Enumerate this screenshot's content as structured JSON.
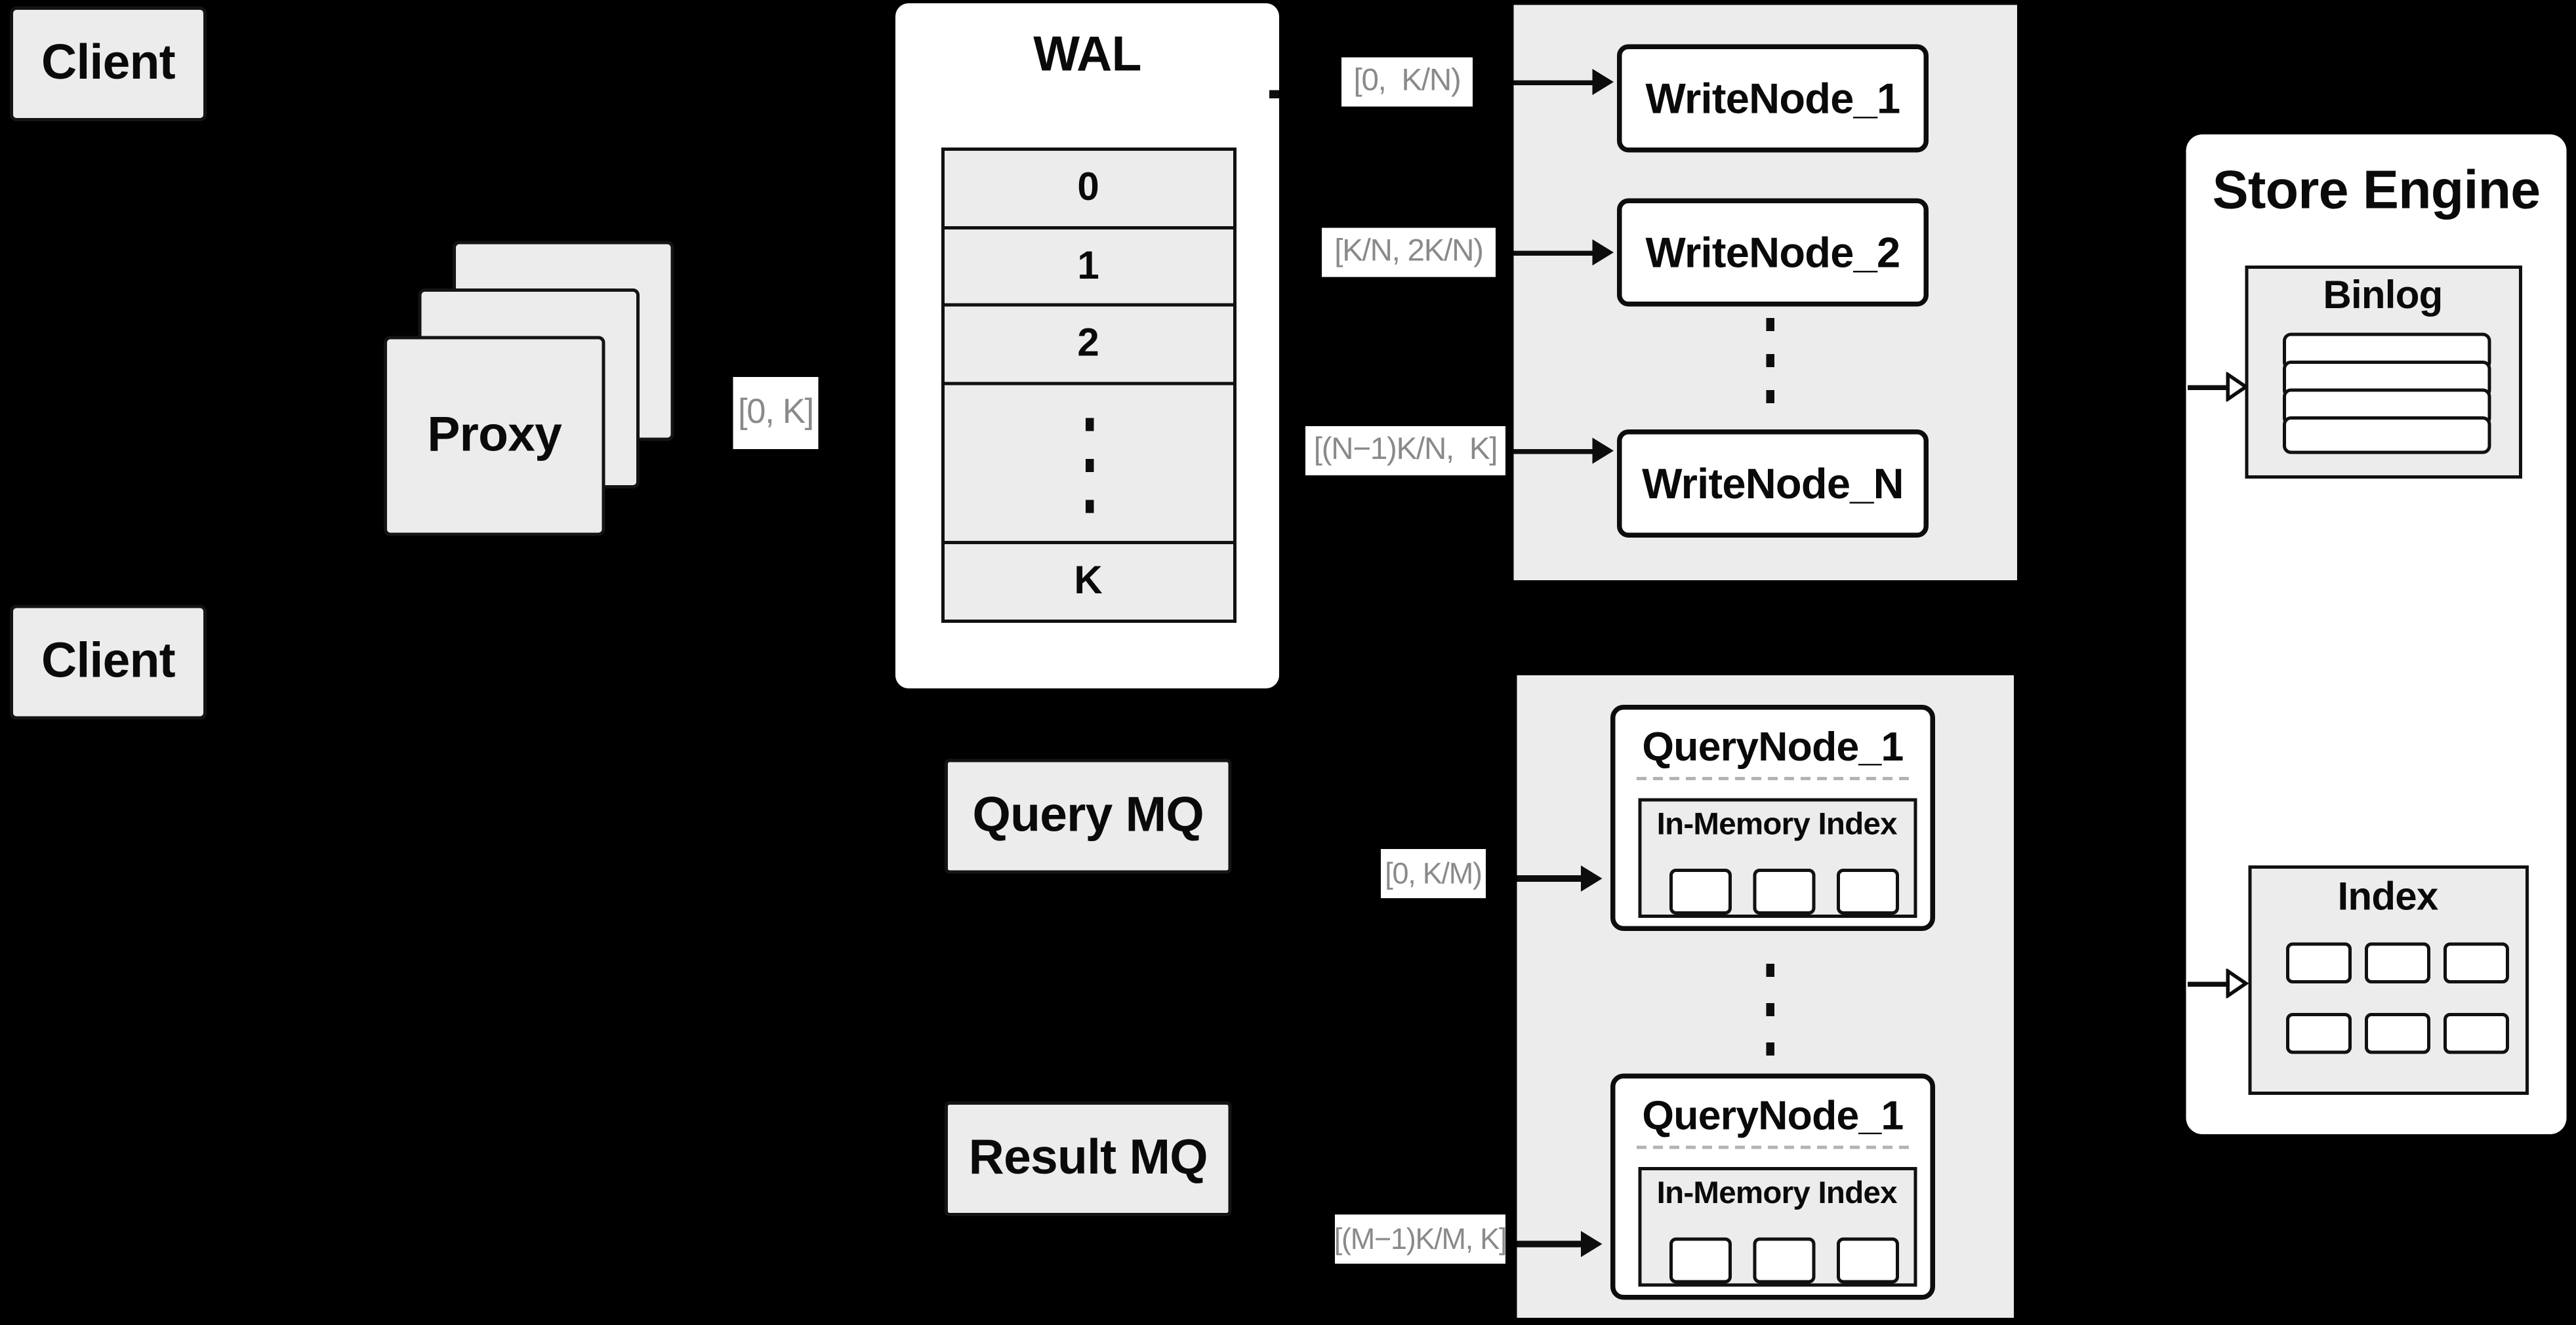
{
  "background": "#000000",
  "palette": {
    "box_gray": "#ececec",
    "white": "#ffffff",
    "line_black": "#0d0d0d",
    "label_gray_text": "#8a8a8a",
    "dashed_divider": "#b3b3b3"
  },
  "clients": {
    "top": "Client",
    "bottom": "Client"
  },
  "proxy": {
    "label": "Proxy"
  },
  "edge_labels": {
    "proxy_to_wal": "[0, K]",
    "wal_to_writenode1": "[0,  K/N)",
    "wal_to_writenode2": "[K/N, 2K/N)",
    "wal_to_writenodeN": "[(N−1)K/N,  K]",
    "querymq_to_querynode": "[0, K/M)",
    "resultmq_to_querynode": "[(M−1)K/M, K]"
  },
  "wal": {
    "title": "WAL",
    "rows": [
      "0",
      "1",
      "2",
      "K"
    ]
  },
  "write_group": {
    "nodes": [
      "WriteNode_1",
      "WriteNode_2",
      "WriteNode_N"
    ]
  },
  "store_engine": {
    "title": "Store Engine",
    "binlog": {
      "title": "Binlog",
      "row_count": 4
    },
    "index": {
      "title": "Index",
      "cell_count": 6
    }
  },
  "mq": {
    "query": "Query MQ",
    "result": "Result MQ"
  },
  "query_group": {
    "nodes": [
      {
        "title": "QueryNode_1",
        "inner": "In-Memory Index"
      },
      {
        "title": "QueryNode_1",
        "inner": "In-Memory Index"
      }
    ]
  }
}
